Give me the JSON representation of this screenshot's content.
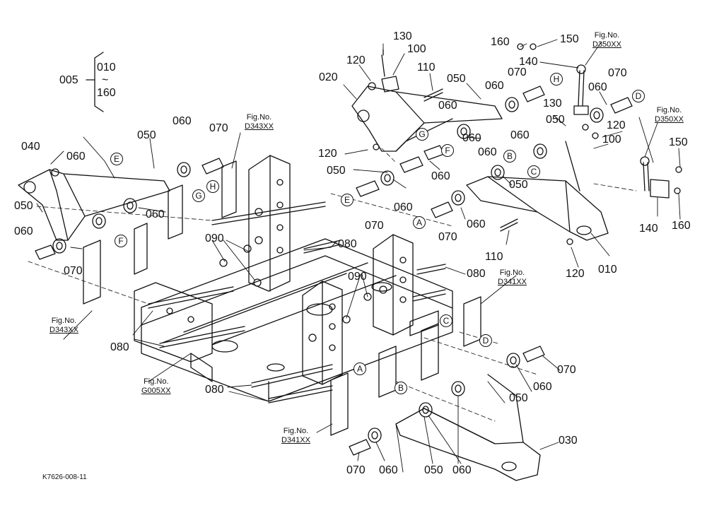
{
  "diagram": {
    "title_block": {
      "group": "005",
      "range_start": "010",
      "range_sep": "~",
      "range_end": "160"
    },
    "drawing_code": "K7626-008-11",
    "fig_prefix": "Fig.No.",
    "fig_refs": [
      "D350XX",
      "D350XX",
      "D343XX",
      "D343XX",
      "G005XX",
      "D341XX",
      "D341XX"
    ],
    "callout_letters": [
      "A",
      "A",
      "B",
      "B",
      "C",
      "C",
      "D",
      "D",
      "E",
      "E",
      "F",
      "F",
      "G",
      "G",
      "H",
      "H"
    ],
    "part_labels": [
      "130",
      "100",
      "120",
      "110",
      "020",
      "050",
      "060",
      "070",
      "160",
      "150",
      "140",
      "060",
      "070",
      "130",
      "050",
      "060",
      "120",
      "100",
      "060",
      "070",
      "050",
      "060",
      "040",
      "050",
      "060",
      "060",
      "070",
      "080",
      "090",
      "120",
      "050",
      "060",
      "060",
      "070",
      "060",
      "070",
      "060",
      "110",
      "120",
      "010",
      "150",
      "140",
      "160",
      "090",
      "080",
      "080",
      "080",
      "050",
      "060",
      "070",
      "070",
      "060",
      "050",
      "060",
      "030",
      "050",
      "060",
      "060"
    ]
  }
}
